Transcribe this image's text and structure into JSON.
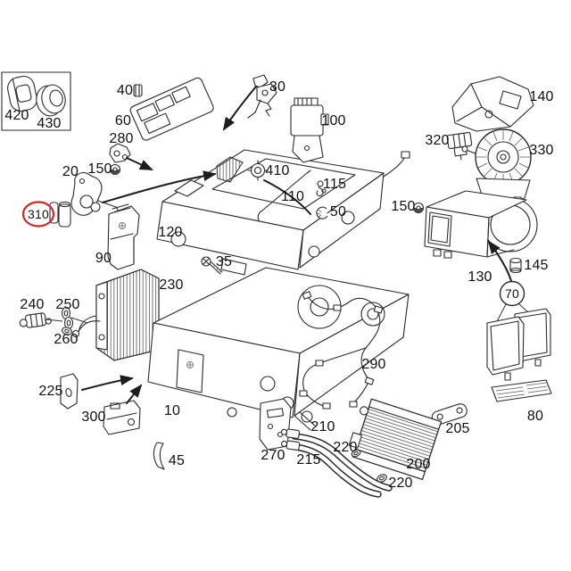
{
  "diagram": {
    "colors": {
      "background": "#ffffff",
      "line": "#2b2b2b",
      "label": "#111111",
      "highlight": "#cc2a2a"
    },
    "labels": [
      {
        "id": "420",
        "text": "420"
      },
      {
        "id": "430",
        "text": "430"
      },
      {
        "id": "40",
        "text": "40"
      },
      {
        "id": "60",
        "text": "60"
      },
      {
        "id": "280",
        "text": "280"
      },
      {
        "id": "150-left",
        "text": "150"
      },
      {
        "id": "20",
        "text": "20"
      },
      {
        "id": "310",
        "text": "310",
        "highlighted": true,
        "highlight_color": "#cc2a2a"
      },
      {
        "id": "90",
        "text": "90"
      },
      {
        "id": "120",
        "text": "120"
      },
      {
        "id": "230",
        "text": "230"
      },
      {
        "id": "35",
        "text": "35"
      },
      {
        "id": "240",
        "text": "240"
      },
      {
        "id": "250",
        "text": "250"
      },
      {
        "id": "260",
        "text": "260"
      },
      {
        "id": "225",
        "text": "225"
      },
      {
        "id": "300",
        "text": "300"
      },
      {
        "id": "10",
        "text": "10"
      },
      {
        "id": "45",
        "text": "45"
      },
      {
        "id": "30",
        "text": "30"
      },
      {
        "id": "100",
        "text": "100"
      },
      {
        "id": "410",
        "text": "410"
      },
      {
        "id": "110",
        "text": "110"
      },
      {
        "id": "115",
        "text": "115"
      },
      {
        "id": "50",
        "text": "50"
      },
      {
        "id": "140",
        "text": "140"
      },
      {
        "id": "320",
        "text": "320"
      },
      {
        "id": "330",
        "text": "330"
      },
      {
        "id": "150-right",
        "text": "150"
      },
      {
        "id": "130",
        "text": "130"
      },
      {
        "id": "145",
        "text": "145"
      },
      {
        "id": "70",
        "text": "70",
        "circled": true
      },
      {
        "id": "80",
        "text": "80"
      },
      {
        "id": "205",
        "text": "205"
      },
      {
        "id": "270",
        "text": "270"
      },
      {
        "id": "210",
        "text": "210"
      },
      {
        "id": "215",
        "text": "215"
      },
      {
        "id": "220-upper",
        "text": "220"
      },
      {
        "id": "220-lower",
        "text": "220"
      },
      {
        "id": "200",
        "text": "200"
      },
      {
        "id": "290",
        "text": "290"
      }
    ]
  }
}
